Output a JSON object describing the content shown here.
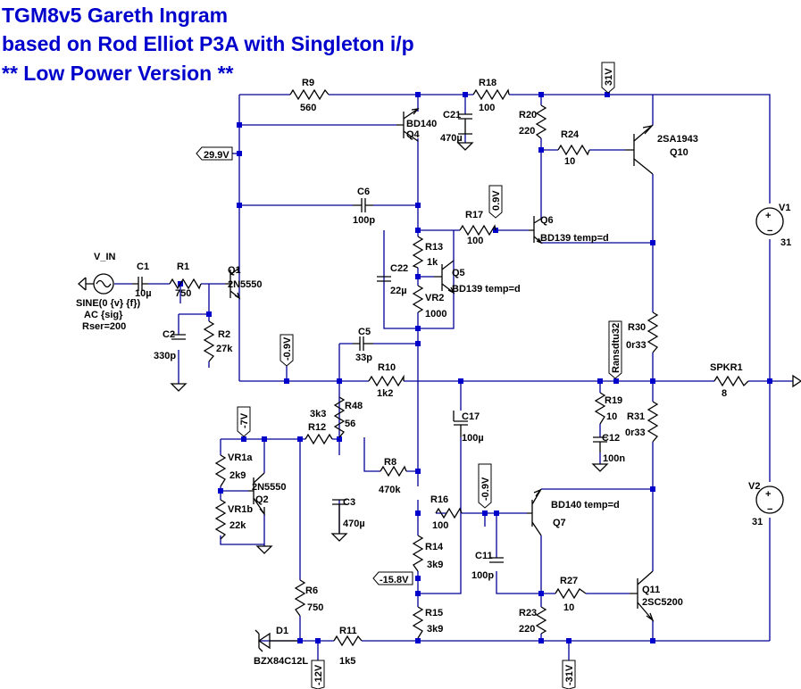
{
  "title": {
    "line1": "TGM8v5     Gareth Ingram",
    "line2": "based on Rod Elliot P3A with Singleton i/p",
    "line3": "** Low Power Version **"
  },
  "labels": {
    "R9": "R9",
    "R9v": "560",
    "Q4": "Q4",
    "Q4t": "BD140",
    "C21": "C21",
    "C21v": "470µ",
    "R18": "R18",
    "R18v": "100",
    "R20": "R20",
    "R20v": "220",
    "R24": "R24",
    "R24v": "10",
    "Q10": "Q10",
    "Q10t": "2SA1943",
    "C6": "C6",
    "C6v": "100p",
    "R17": "R17",
    "R17v": "100",
    "Q6": "Q6",
    "Q6t": "BD139 temp=d",
    "R13": "R13",
    "R13v": "1k",
    "C22": "C22",
    "C22v": "22µ",
    "Q5": "Q5",
    "Q5t": "BD139 temp=d",
    "VR2": "VR2",
    "VR2v": "1000",
    "VIN": "V_IN",
    "VINt1": "SINE(0 {v} {f})",
    "VINt2": "AC {sig}",
    "VINt3": "Rser=200",
    "C1": "C1",
    "C1v": "10µ",
    "R1": "R1",
    "R1v": "750",
    "Q1": "Q1",
    "Q1t": "2N5550",
    "C2": "C2",
    "C2v": "330p",
    "R2": "R2",
    "R2v": "27k",
    "C5": "C5",
    "C5v": "33p",
    "R10": "R10",
    "R10v": "1k2",
    "R19": "R19",
    "R19v": "10",
    "C12": "C12",
    "C12v": "100n",
    "R30": "R30",
    "R30v": "0r33",
    "R31": "R31",
    "R31v": "0r33",
    "SPKR1": "SPKR1",
    "SPKR1v": "8",
    "V1": "V1",
    "V1v": "31",
    "V2": "V2",
    "V2v": "31",
    "R48": "R48",
    "R48v": "56",
    "R12": "R12",
    "R12v": "3k3",
    "C17": "C17",
    "C17v": "100µ",
    "VR1a": "VR1a",
    "VR1av": "2k9",
    "VR1b": "VR1b",
    "VR1bv": "22k",
    "Q2": "Q2",
    "Q2t": "2N5550",
    "R8": "R8",
    "R8v": "470k",
    "C3": "C3",
    "C3v": "470µ",
    "R16": "R16",
    "R16v": "100",
    "Q7": "Q7",
    "Q7t": "BD140 temp=d",
    "R14": "R14",
    "R14v": "3k9",
    "C11": "C11",
    "C11v": "100p",
    "R27": "R27",
    "R27v": "10",
    "Q11": "Q11",
    "Q11t": "2SC5200",
    "R23": "R23",
    "R23v": "220",
    "R15": "R15",
    "R15v": "3k9",
    "R6": "R6",
    "R6v": "750",
    "R11": "R11",
    "R11v": "1k5",
    "D1": "D1",
    "D1t": "BZX84C12L"
  },
  "nets": {
    "v31": "31V",
    "v299": "29.9V",
    "v09a": "0.9V",
    "v09b": "-0.9V",
    "v7": "-7V",
    "v09c": "-0.9V",
    "v158": "-15.8V",
    "v12": "-12V",
    "v31n": "-31V",
    "rsns": "Ransdtu32"
  }
}
